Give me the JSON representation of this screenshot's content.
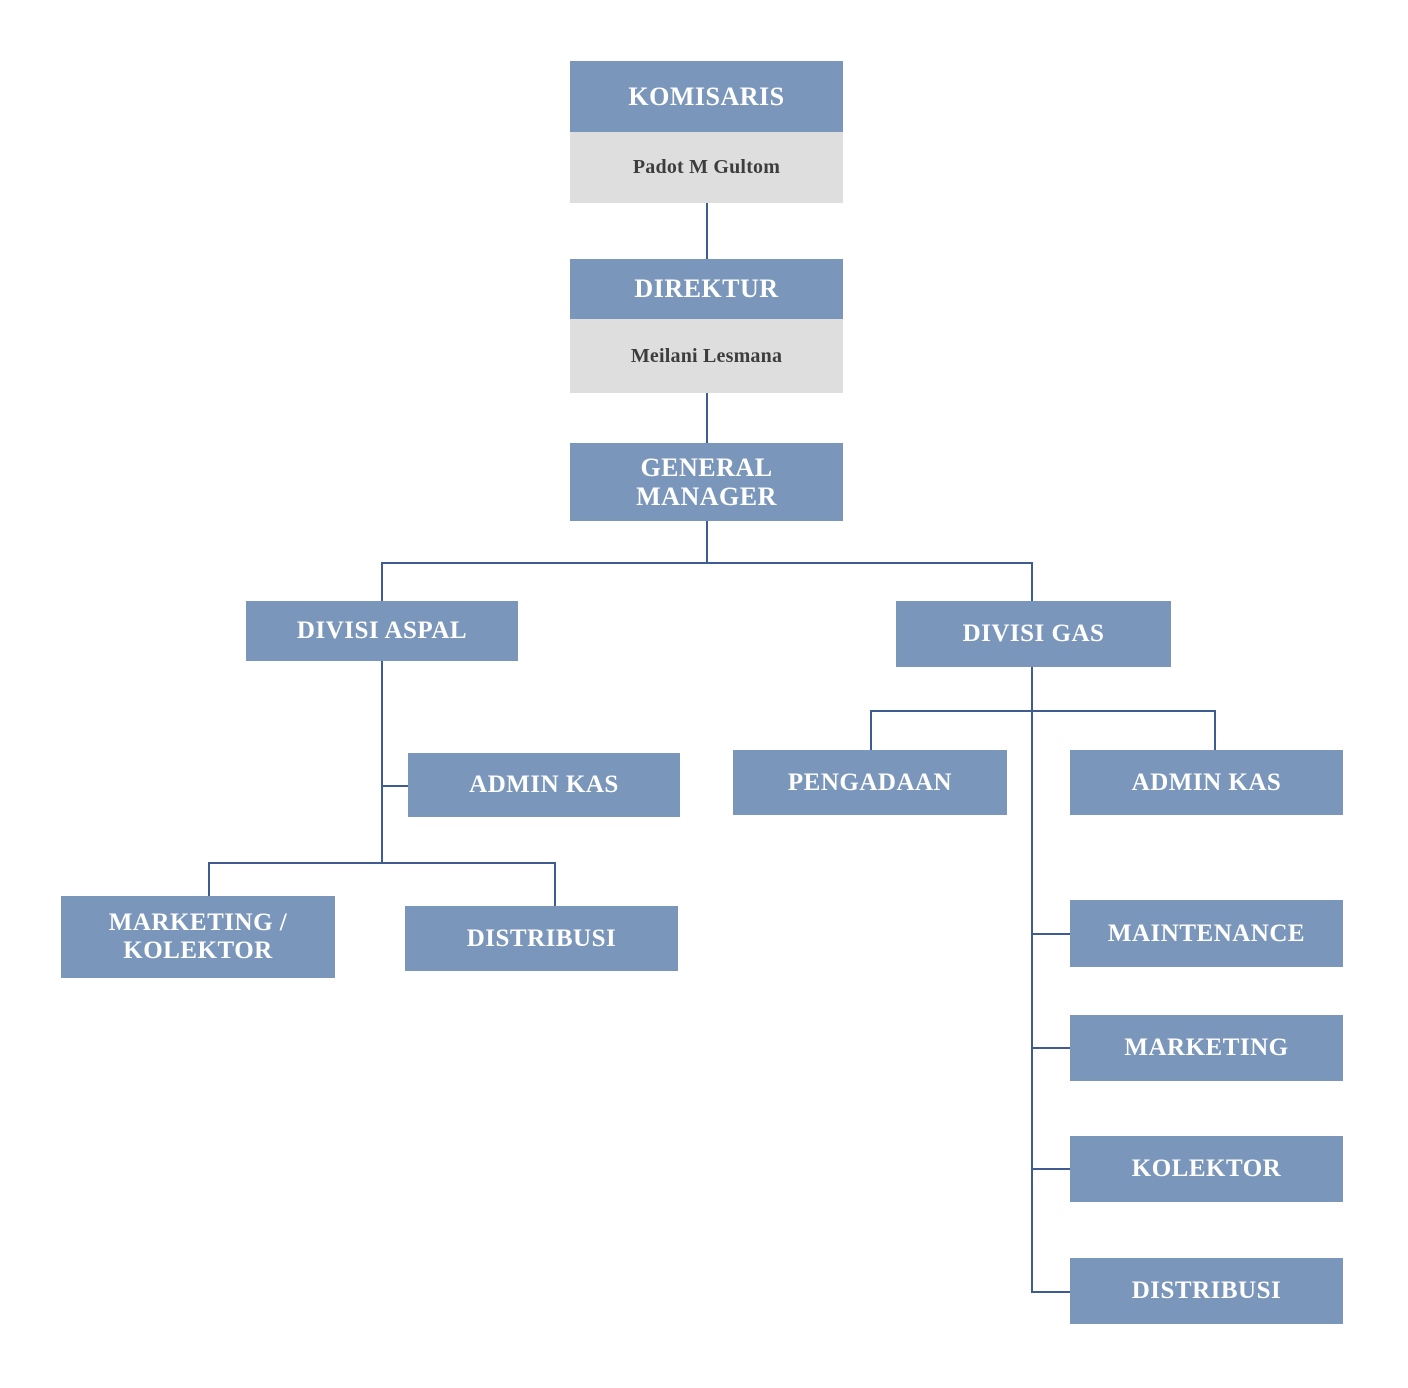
{
  "chart_title": "",
  "colors": {
    "box_fill": "#7a96ba",
    "box_text": "#ffffff",
    "name_band_fill": "#dedede",
    "name_band_text": "#3d3d3d",
    "connector_line": "#3f5c92",
    "background": "#ffffff"
  },
  "nodes": {
    "komisaris": {
      "title": "KOMISARIS",
      "person": "Padot M Gultom"
    },
    "direktur": {
      "title": "DIREKTUR",
      "person": "Meilani Lesmana"
    },
    "general_manager": {
      "title": "GENERAL MANAGER"
    },
    "divisi_aspal": {
      "title": "DIVISI ASPAL"
    },
    "divisi_gas": {
      "title": "DIVISI GAS"
    },
    "aspal_admin_kas": {
      "title": "ADMIN KAS"
    },
    "aspal_marketing_kolektor": {
      "title": "MARKETING / KOLEKTOR"
    },
    "aspal_distribusi": {
      "title": "DISTRIBUSI"
    },
    "gas_pengadaan": {
      "title": "PENGADAAN"
    },
    "gas_admin_kas": {
      "title": "ADMIN KAS"
    },
    "gas_maintenance": {
      "title": "MAINTENANCE"
    },
    "gas_marketing": {
      "title": "MARKETING"
    },
    "gas_kolektor": {
      "title": "KOLEKTOR"
    },
    "gas_distribusi": {
      "title": "DISTRIBUSI"
    }
  },
  "hierarchy": {
    "root": "KOMISARIS",
    "levels": [
      [
        "KOMISARIS"
      ],
      [
        "DIREKTUR"
      ],
      [
        "GENERAL MANAGER"
      ],
      [
        "DIVISI ASPAL",
        "DIVISI GAS"
      ],
      [
        "ADMIN KAS",
        "PENGADAAN",
        "ADMIN KAS"
      ],
      [
        "MARKETING / KOLEKTOR",
        "DISTRIBUSI",
        "MAINTENANCE",
        "MARKETING",
        "KOLEKTOR",
        "DISTRIBUSI"
      ]
    ]
  }
}
